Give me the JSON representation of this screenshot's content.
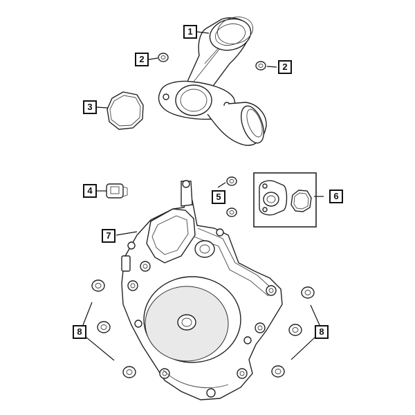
{
  "callouts": [
    {
      "id": "callout-1",
      "label": "1"
    },
    {
      "id": "callout-2a",
      "label": "2"
    },
    {
      "id": "callout-2b",
      "label": "2"
    },
    {
      "id": "callout-3",
      "label": "3"
    },
    {
      "id": "callout-4",
      "label": "4"
    },
    {
      "id": "callout-5",
      "label": "5"
    },
    {
      "id": "callout-6",
      "label": "6"
    },
    {
      "id": "callout-7",
      "label": "7"
    },
    {
      "id": "callout-8a",
      "label": "8"
    },
    {
      "id": "callout-8b",
      "label": "8"
    }
  ]
}
